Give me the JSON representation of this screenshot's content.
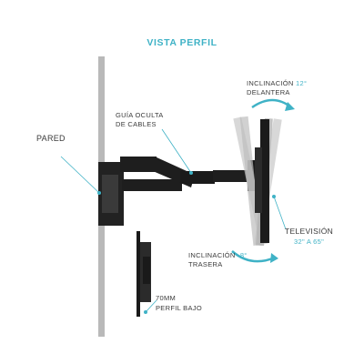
{
  "title": "VISTA PERFIL",
  "labels": {
    "wall": "PARED",
    "cable_guide_line1": "GUÍA OCULTA",
    "cable_guide_line2": "DE CABLES",
    "tilt_forward_prefix": "INCLINACIÓN ",
    "tilt_forward_value": "12°",
    "tilt_forward_line2": "DELANTERA",
    "tv_label": "TELEVISIÓN",
    "tv_range": "32\" A 65\"",
    "tilt_back_prefix": "INCLINACIÓN ",
    "tilt_back_value": "-8°",
    "tilt_back_line2": "TRASERA",
    "profile_line1": "70MM",
    "profile_line2": "PERFIL BAJO"
  },
  "colors": {
    "accent": "#3fb2c6",
    "text": "#3a3a3a",
    "wall": "#b7b7b7",
    "mount": "#1d1d1d"
  }
}
